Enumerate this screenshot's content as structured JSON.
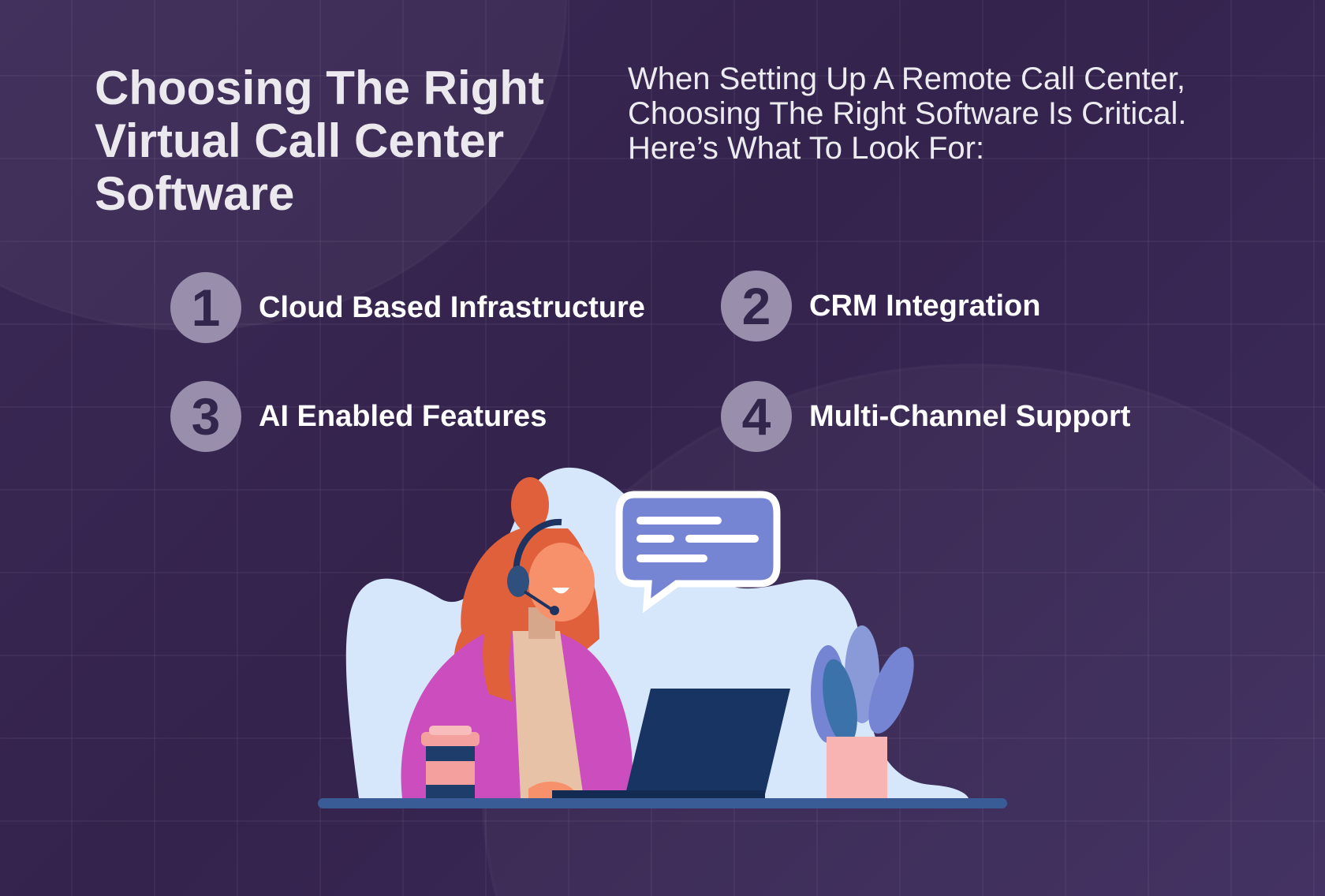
{
  "header": {
    "title": "Choosing The Right Virtual Call Center Software",
    "subtitle": "When Setting Up A Remote Call Center, Choosing The Right Software Is Critical. Here’s What To Look For:"
  },
  "features": [
    {
      "number": "1",
      "label": "Cloud Based Infrastructure"
    },
    {
      "number": "2",
      "label": "CRM Integration"
    },
    {
      "number": "3",
      "label": "AI Enabled Features"
    },
    {
      "number": "4",
      "label": "Multi-Channel Support"
    }
  ],
  "colors": {
    "background": "#37264f",
    "badge": "#998fac",
    "blob": "#d6e7fb",
    "accent": "#7584d3"
  }
}
